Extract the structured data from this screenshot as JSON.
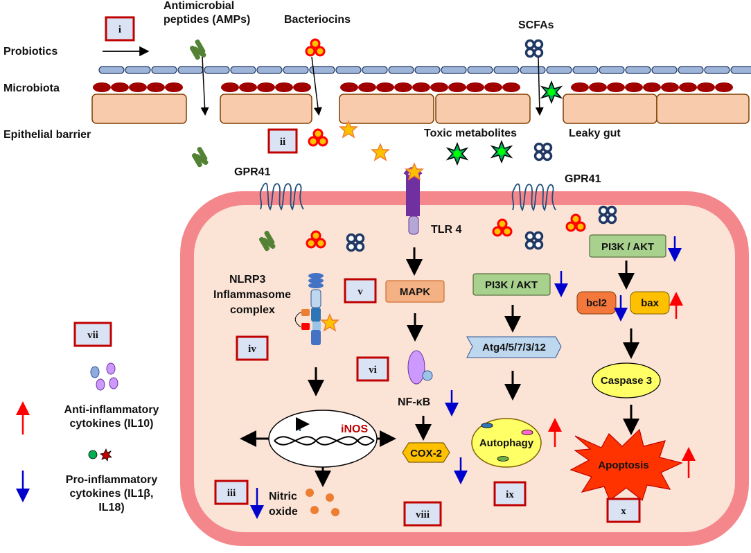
{
  "labels": {
    "probiotics": "Probiotics",
    "microbiota": "Microbiota",
    "epithelial_barrier": "Epithelial barrier",
    "amps_line1": "Antimicrobial",
    "amps_line2": "peptides (AMPs)",
    "bacteriocins": "Bacteriocins",
    "scfas": "SCFAs",
    "toxic_metabolites": "Toxic metabolites",
    "leaky_gut": "Leaky gut",
    "gpr41_left": "GPR41",
    "gpr41_right": "GPR41",
    "tlr4": "TLR 4",
    "nlrp3_line1": "NLRP3",
    "nlrp3_line2": "Inflammasome",
    "nlrp3_line3": "complex",
    "mapk": "MAPK",
    "nfkb": "NF-κB",
    "cox2": "COX-2",
    "inos": "iNOS",
    "nitric_line1": "Nitric",
    "nitric_line2": "oxide",
    "pi3k_mid": "PI3K / AKT",
    "pi3k_right": "PI3K / AKT",
    "atg": "Atg4/5/7/3/12",
    "autophagy": "Autophagy",
    "bcl2": "bcl2",
    "bax": "bax",
    "caspase3": "Caspase 3",
    "apoptosis": "Apoptosis"
  },
  "legend": {
    "anti_line1": "Anti-inflammatory",
    "anti_line2": "cytokines (IL10)",
    "pro_line1": "Pro-inflammatory",
    "pro_line2": "cytokines (IL1β,",
    "pro_line3": "IL18)"
  },
  "roman": {
    "i": "i",
    "ii": "ii",
    "iii": "iii",
    "iv": "iv",
    "v": "v",
    "vi": "vi",
    "vii": "vii",
    "viii": "viii",
    "ix": "ix",
    "x": "x"
  },
  "colors": {
    "cell_membrane": "#f4878c",
    "cytoplasm": "#fbe3d6",
    "barrier_cell": "#f8cbad",
    "microbiota": "#a00000",
    "membrane_strip": "#9fb4d9",
    "amp": "#548235",
    "bacteriocin": "#ff0000",
    "scfa": "#203864",
    "toxic": "#00b050",
    "roman_box_border": "#c00000",
    "roman_box_fill": "#dae3f3",
    "up_arrow": "#ff0000",
    "down_arrow": "#0000cc",
    "mapk_fill": "#f4b183",
    "pi3k_fill": "#a9d18e",
    "atg_fill": "#bdd7ee",
    "bcl2_fill": "#f4783c",
    "bax_fill": "#ffc000",
    "caspase_fill": "#ffff66",
    "cox2_fill": "#ffc000",
    "autophagy_fill": "#ffff66",
    "apoptosis_fill": "#ff3300",
    "tlr4_fill": "#7030a0",
    "nfkb_fill": "#cc99ff",
    "nitric_oxide": "#ed7d31",
    "inos_text": "#c00000"
  },
  "icons": {
    "up": "up-arrow-icon",
    "down": "down-arrow-icon",
    "star": "star-icon",
    "dna": "dna-icon"
  }
}
